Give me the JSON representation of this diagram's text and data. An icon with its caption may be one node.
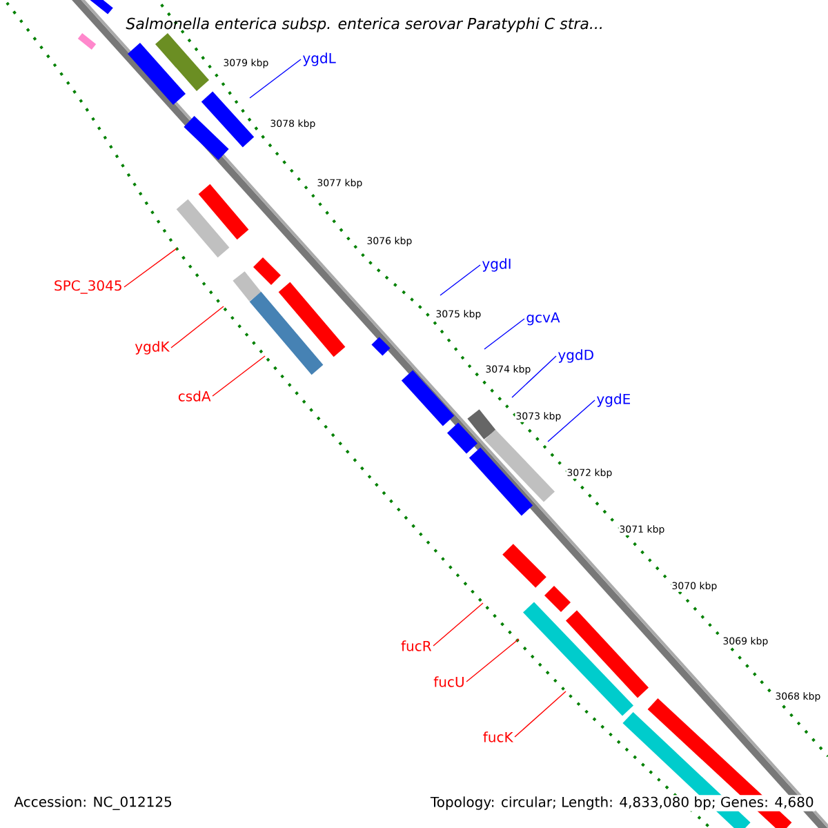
{
  "diagram": {
    "title": "Salmonella enterica subsp. enterica serovar Paratyphi C stra...",
    "nodes": [
      {
        "text": [
          "ygdL"
        ]
      },
      {
        "text": [
          "ygdI"
        ]
      },
      {
        "text": [
          "gcvA"
        ]
      },
      {
        "text": [
          "ygdD"
        ]
      },
      {
        "text": [
          "ygdE"
        ]
      },
      {
        "text": [
          "SPC_3045"
        ]
      },
      {
        "text": [
          "ygdK"
        ]
      },
      {
        "text": [
          "csdA"
        ]
      },
      {
        "text": [
          "fucR"
        ]
      },
      {
        "text": [
          "fucU"
        ]
      },
      {
        "text": [
          "fucK"
        ]
      }
    ],
    "edges": [
      {
        "from": 0,
        "to": null,
        "arrow": "none",
        "color": "#0000ff"
      },
      {
        "from": 1,
        "to": null,
        "arrow": "none",
        "color": "#0000ff"
      },
      {
        "from": 2,
        "to": null,
        "arrow": "none",
        "color": "#0000ff"
      },
      {
        "from": 3,
        "to": null,
        "arrow": "none",
        "color": "#0000ff"
      },
      {
        "from": 4,
        "to": null,
        "arrow": "none",
        "color": "#0000ff"
      },
      {
        "from": 5,
        "to": null,
        "arrow": "none"
      },
      {
        "from": 6,
        "to": null,
        "arrow": "none"
      },
      {
        "from": 7,
        "to": null,
        "arrow": "none"
      },
      {
        "from": 8,
        "to": null,
        "arrow": "none"
      },
      {
        "from": 9,
        "to": null,
        "arrow": "none"
      },
      {
        "from": 10,
        "to": null,
        "arrow": "none"
      }
    ],
    "labels": [
      "3079 kbp",
      "3078 kbp",
      "3077 kbp",
      "3076 kbp",
      "3075 kbp",
      "3074 kbp",
      "3073 kbp",
      "3072 kbp",
      "3071 kbp",
      "3070 kbp",
      "3069 kbp",
      "3068 kbp",
      "Accession: NC_012125",
      "Topology: circular; Length: 4,833,080 bp; Genes: 4,680"
    ]
  }
}
